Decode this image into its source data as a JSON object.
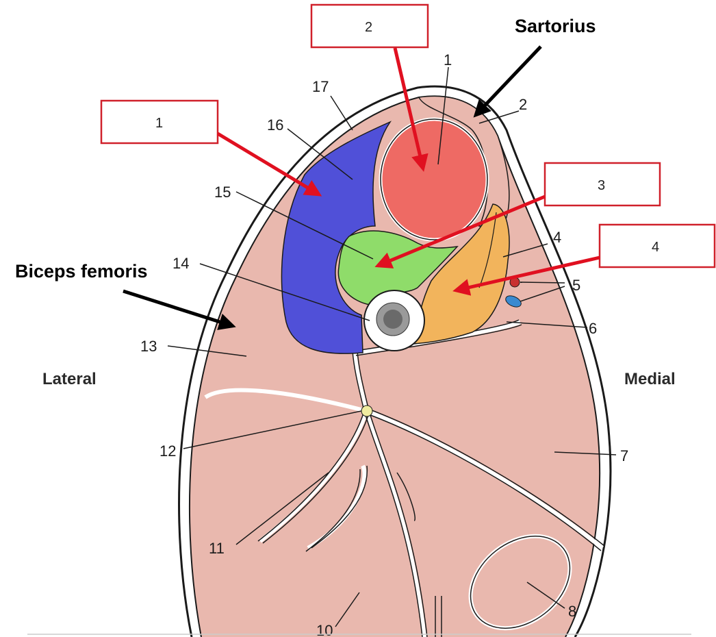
{
  "structure_numbers": {
    "n1": "1",
    "n2": "2",
    "n4": "4",
    "n5": "5",
    "n6": "6",
    "n7": "7",
    "n8": "8",
    "n10": "10",
    "n11": "11",
    "n12": "12",
    "n13": "13",
    "n14": "14",
    "n15": "15",
    "n16": "16",
    "n17": "17"
  },
  "side_labels": {
    "lateral": "Lateral",
    "medial": "Medial"
  },
  "callouts": {
    "sartorius": "Sartorius",
    "biceps_femoris": "Biceps femoris"
  },
  "answer_boxes": [
    {
      "label": "1",
      "color": "#5050d8"
    },
    {
      "label": "2",
      "color": "#ee6a64"
    },
    {
      "label": "3",
      "color": "#8fdc6a"
    },
    {
      "label": "4",
      "color": "#f2b45c"
    }
  ],
  "colors": {
    "muscle": "#e9b8ae",
    "fascia": "#ffffff",
    "outline": "#1a1a1a",
    "arrow_red": "#e01020",
    "arrow_black": "#000000",
    "artery": "#c83030",
    "vein": "#3a8ad0",
    "nerve": "#f0eca0"
  }
}
